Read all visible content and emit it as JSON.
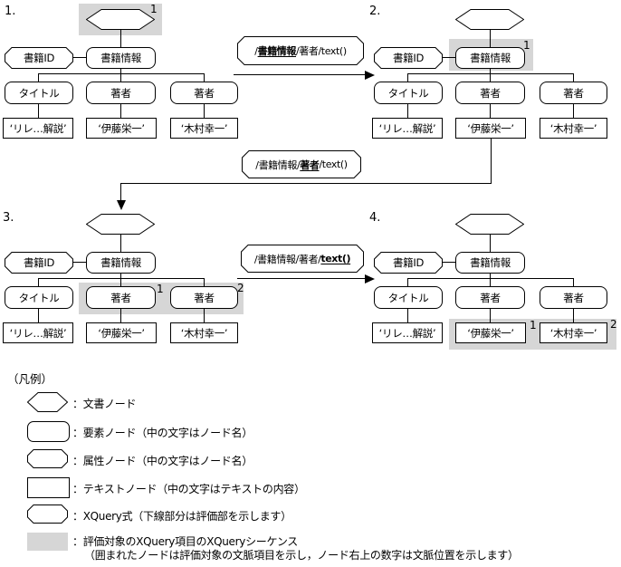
{
  "colors": {
    "background": "#ffffff",
    "line": "#000000",
    "node_fill": "#ffffff",
    "highlight": "#d6d6d6"
  },
  "node_labels": {
    "attribute_id": "書籍ID",
    "root_element": "書籍情報",
    "title_element": "タイトル",
    "author_element_1": "著者",
    "author_element_2": "著者",
    "title_text": "‘リレ…解説’",
    "author_text_1": "‘伊藤栄一’",
    "author_text_2": "‘木村幸一’"
  },
  "steps": [
    {
      "label": "1.",
      "highlighted": "document-node",
      "marker1": "1"
    },
    {
      "label": "2.",
      "highlighted": "root-element-node",
      "marker1": "1"
    },
    {
      "label": "3.",
      "highlighted": "author-element-nodes",
      "marker1": "1",
      "marker2": "2"
    },
    {
      "label": "4.",
      "highlighted": "author-text-nodes",
      "marker1": "1",
      "marker2": "2"
    }
  ],
  "expressions": [
    {
      "prefix": "/",
      "emphasized": "書籍情報",
      "suffix": "/著者/text()"
    },
    {
      "prefix": "/書籍情報/",
      "emphasized": "著者",
      "suffix": "/text()"
    },
    {
      "prefix": "/書籍情報/著者/",
      "emphasized": "text()",
      "suffix": ""
    }
  ],
  "legend": {
    "title": "（凡例）",
    "items": [
      {
        "shape": "document",
        "label": "：文書ノード"
      },
      {
        "shape": "element",
        "label": "：要素ノード（中の文字はノード名）"
      },
      {
        "shape": "attribute",
        "label": "：属性ノード（中の文字はノード名）"
      },
      {
        "shape": "text",
        "label": "：テキストノード（中の文字はテキストの内容）"
      },
      {
        "shape": "xquery",
        "label": "：XQuery式（下線部分は評価部を示します）"
      },
      {
        "shape": "highlight",
        "label": "：評価対象のXQuery項目のXQueryシーケンス",
        "label2": "（囲まれたノードは評価対象の文脈項目を示し，ノード右上の数字は文脈位置を示します）"
      }
    ]
  }
}
